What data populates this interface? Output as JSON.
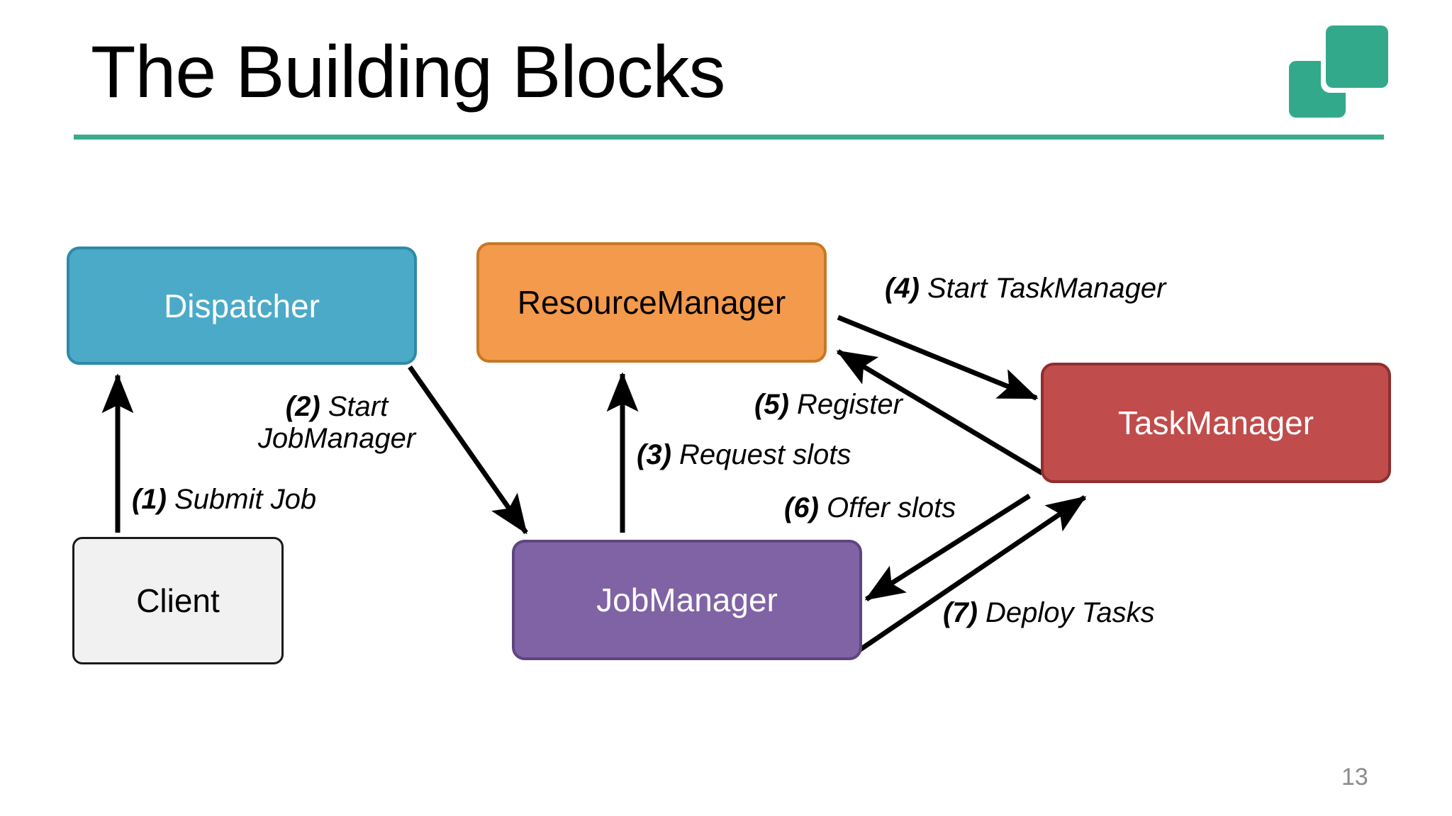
{
  "slide": {
    "title": "The Building Blocks",
    "page_number": "13",
    "accent_color": "#3AAB8B",
    "logo_color": "#33A98B",
    "background_color": "#FFFFFF"
  },
  "logo": {
    "name": "apache-flink-squares-logo",
    "squares": [
      "back-square",
      "front-square"
    ]
  },
  "diagram": {
    "type": "flow-diagram",
    "nodes": [
      {
        "id": "dispatcher",
        "label": "Dispatcher",
        "fill": "#4BAAC8",
        "border": "#2E8AA8",
        "text_color": "#FFFFFF"
      },
      {
        "id": "resourcemanager",
        "label": "ResourceManager",
        "fill": "#F49A4C",
        "border": "#C87824",
        "text_color": "#000000"
      },
      {
        "id": "taskmanager",
        "label": "TaskManager",
        "fill": "#C04C4C",
        "border": "#8F2E2E",
        "text_color": "#FFFFFF"
      },
      {
        "id": "jobmanager",
        "label": "JobManager",
        "fill": "#8063A5",
        "border": "#5E4580",
        "text_color": "#FFFFFF"
      },
      {
        "id": "client",
        "label": "Client",
        "fill": "#F1F1F1",
        "border": "#1A1A1A",
        "text_color": "#000000"
      }
    ],
    "edges": [
      {
        "num": "(1)",
        "text": " Submit Job",
        "from": "client",
        "to": "dispatcher"
      },
      {
        "num": "(2)",
        "text": " Start JobManager",
        "from": "dispatcher",
        "to": "jobmanager"
      },
      {
        "num": "(3)",
        "text": " Request slots",
        "from": "jobmanager",
        "to": "resourcemanager"
      },
      {
        "num": "(4)",
        "text": " Start TaskManager",
        "from": "resourcemanager",
        "to": "taskmanager"
      },
      {
        "num": "(5)",
        "text": " Register",
        "from": "taskmanager",
        "to": "resourcemanager"
      },
      {
        "num": "(6)",
        "text": " Offer slots",
        "from": "taskmanager",
        "to": "jobmanager"
      },
      {
        "num": "(7)",
        "text": " Deploy Tasks",
        "from": "jobmanager",
        "to": "taskmanager"
      }
    ],
    "label_2_line1": "(2)",
    "label_2_line2": " Start",
    "label_2_line3": "JobManager"
  }
}
